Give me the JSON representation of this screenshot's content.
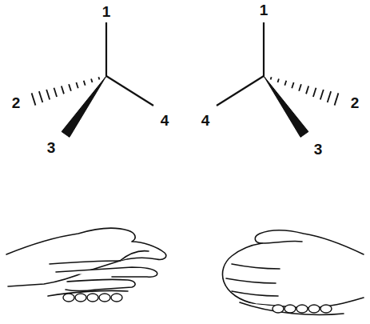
{
  "diagram": {
    "labels": [
      "1",
      "1",
      "2",
      "2",
      "4",
      "4",
      "3",
      "3"
    ]
  }
}
